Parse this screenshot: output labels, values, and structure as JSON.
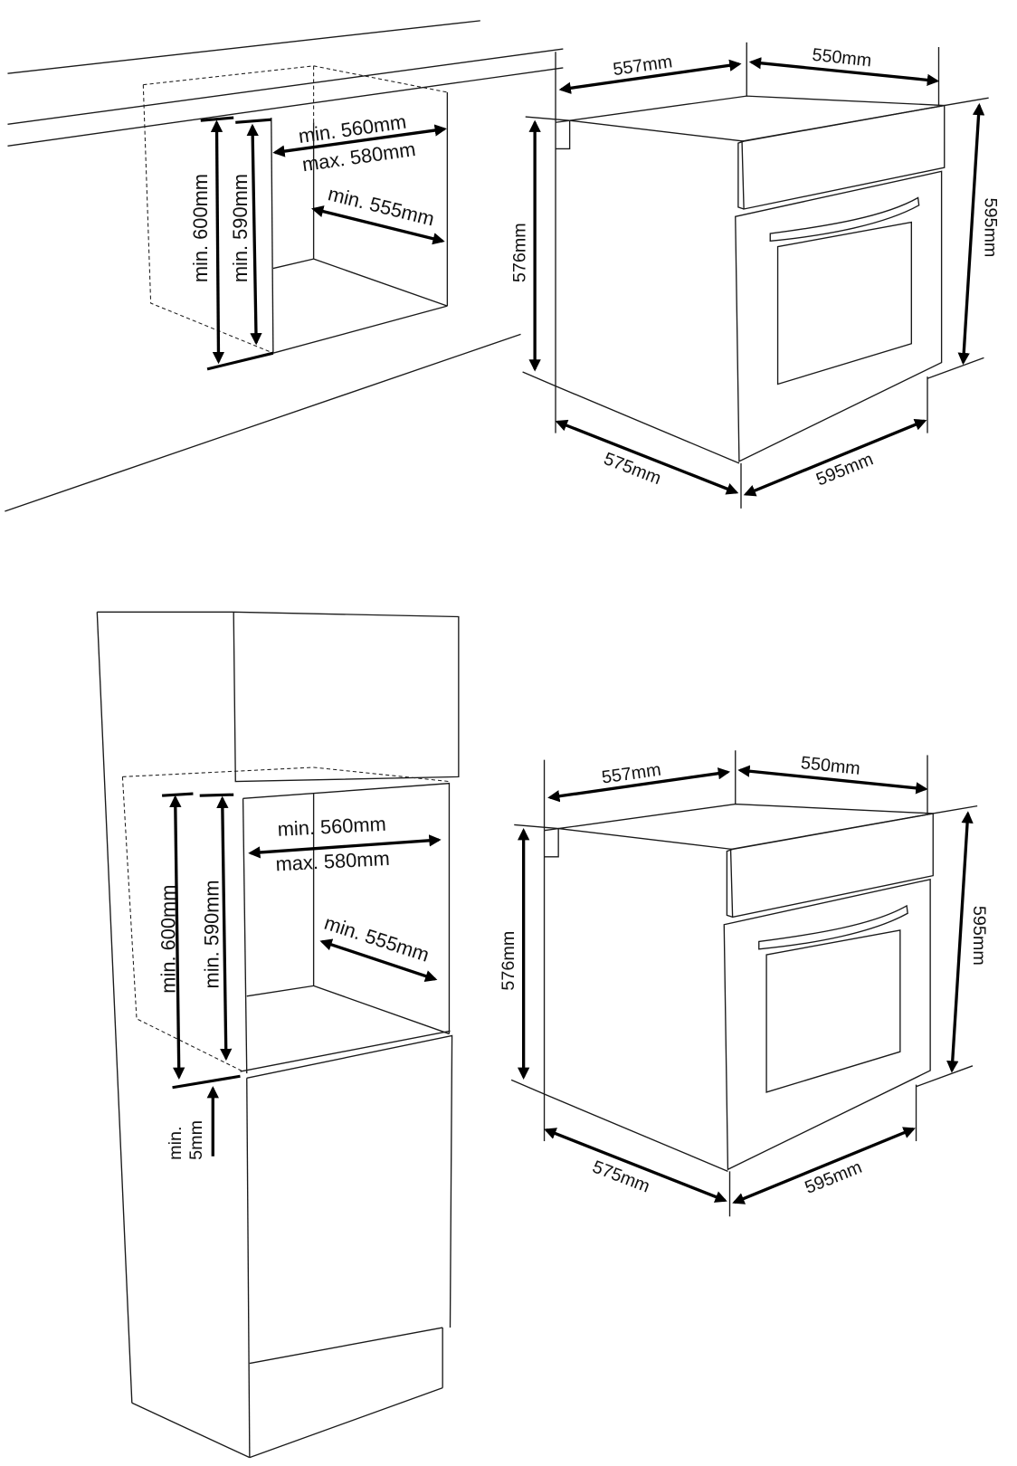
{
  "installation_under_counter": {
    "min_height": "min. 600mm",
    "min_height_inner": "min. 590mm",
    "width_min": "min. 560mm",
    "width_max": "max. 580mm",
    "depth_min": "min. 555mm"
  },
  "installation_tall_unit": {
    "min_height": "min. 600mm",
    "min_height_inner": "min. 590mm",
    "width_min": "min. 560mm",
    "width_max": "max. 580mm",
    "depth_min": "min. 555mm",
    "gap_min": "min.",
    "gap_value": "5mm"
  },
  "oven_top": {
    "depth_top": "557mm",
    "width_top": "550mm",
    "height_side": "576mm",
    "height_front": "595mm",
    "depth_bottom": "575mm",
    "width_bottom": "595mm"
  },
  "oven_bottom": {
    "depth_top": "557mm",
    "width_top": "550mm",
    "height_side": "576mm",
    "height_front": "595mm",
    "depth_bottom": "575mm",
    "width_bottom": "595mm"
  }
}
